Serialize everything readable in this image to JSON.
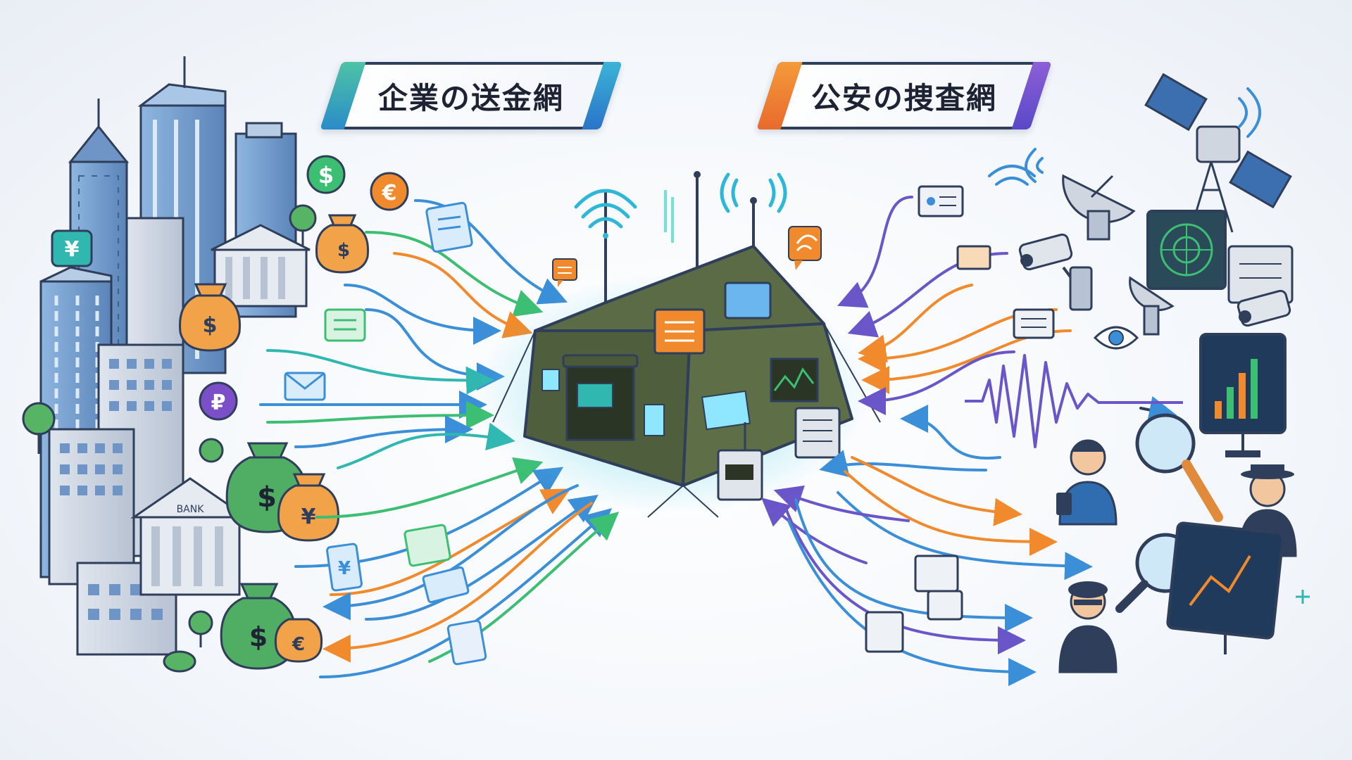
{
  "banners": {
    "left": "企業の送金網",
    "right": "公安の捜査網"
  },
  "currency": {
    "dollar": "$",
    "euro": "€",
    "yen": "¥",
    "ruble": "₽"
  },
  "bank_sign": "BANK",
  "colors": {
    "blue": "#3b8fd8",
    "green": "#3dbf73",
    "orange": "#f08a2c",
    "purple": "#6a55c9",
    "teal": "#2fb7b0",
    "tent": "#5b6b45",
    "navy": "#2f3e5a"
  },
  "icons": {
    "left": [
      "skyscraper-icon",
      "bank-icon",
      "money-bag-icon",
      "coin-icon",
      "document-card-icon",
      "envelope-icon"
    ],
    "center": [
      "tent-icon",
      "antenna-icon",
      "wifi-icon",
      "chat-bubble-icon",
      "server-icon"
    ],
    "right": [
      "satellite-icon",
      "dish-icon",
      "cctv-camera-icon",
      "monitor-icon",
      "magnifier-icon",
      "eye-icon",
      "agent-icon",
      "spy-icon",
      "waveform-icon"
    ]
  }
}
